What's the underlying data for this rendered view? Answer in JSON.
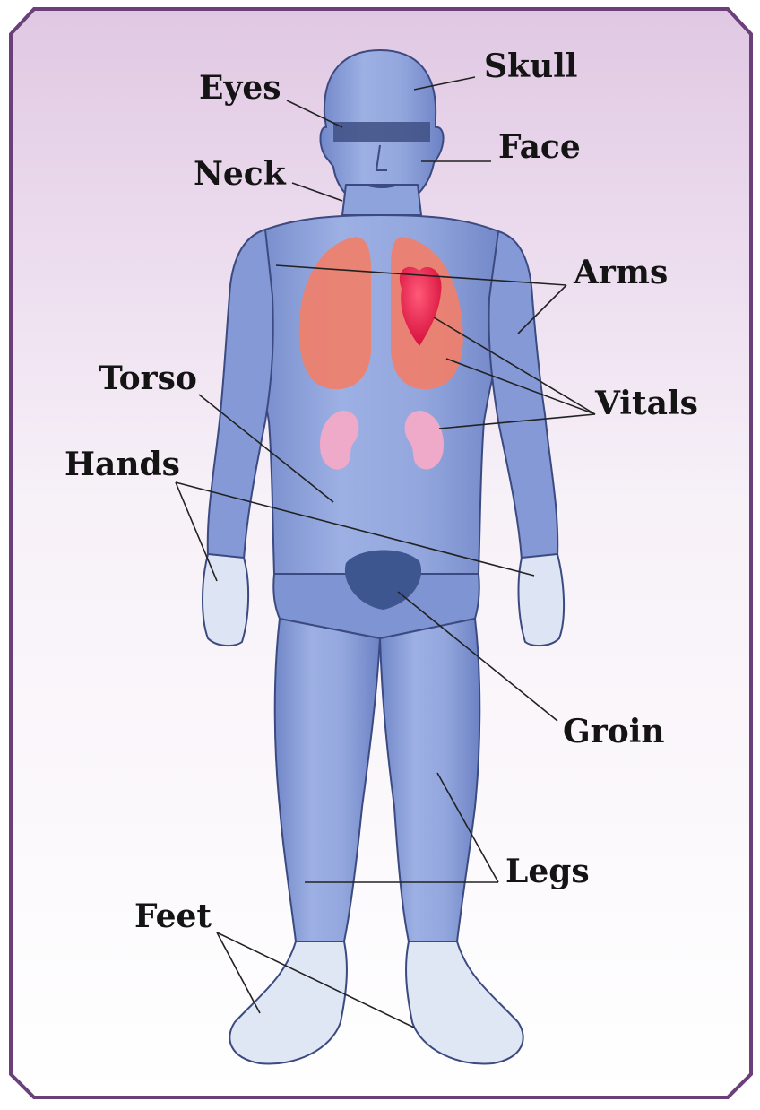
{
  "labels": {
    "skull": "Skull",
    "eyes": "Eyes",
    "face": "Face",
    "neck": "Neck",
    "arms": "Arms",
    "torso": "Torso",
    "vitals": "Vitals",
    "hands": "Hands",
    "groin": "Groin",
    "legs": "Legs",
    "feet": "Feet"
  },
  "colors": {
    "frame": "#6a3f7a",
    "background_top": "#e4cfe6",
    "body_fill": "#8fa4dd",
    "body_shadow": "#5c6fb6",
    "lungs": "#f07f6a",
    "heart": "#ee1245",
    "kidneys": "#eeaac8",
    "groin_patch": "#3d568f",
    "eye_bar": "#3e4f84",
    "feet": "#dfe6f4"
  }
}
